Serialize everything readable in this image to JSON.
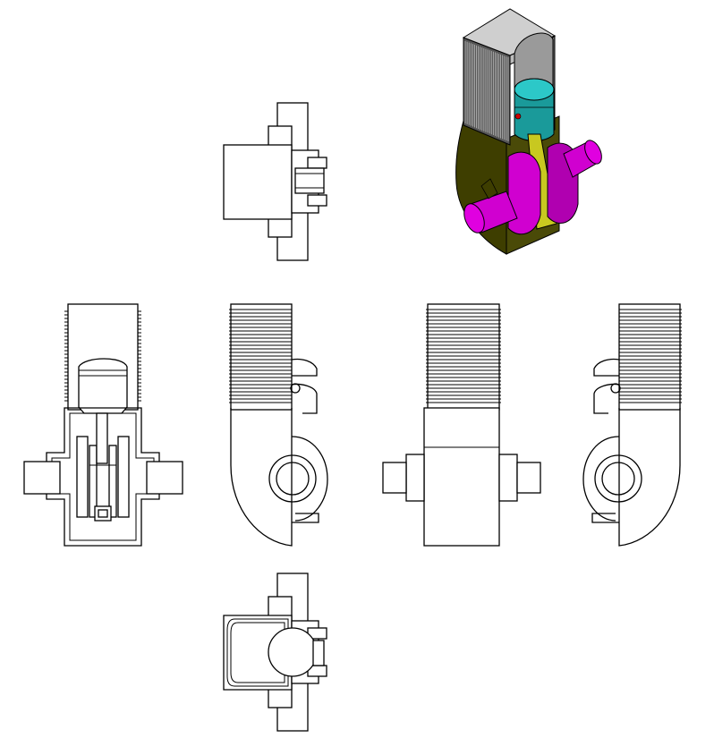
{
  "drawing": {
    "kind": "engine-multiview-drawing",
    "views": [
      {
        "id": "top-view"
      },
      {
        "id": "isometric-view"
      },
      {
        "id": "section-view"
      },
      {
        "id": "left-side-view"
      },
      {
        "id": "front-view"
      },
      {
        "id": "right-side-view"
      },
      {
        "id": "bottom-view"
      }
    ],
    "iso_colors": {
      "cylinder": "#cfcfcf",
      "cylinder_dark": "#9a9a9a",
      "fins": "#555555",
      "crankcase": "#3e3e00",
      "piston": "#1a9a9a",
      "piston_top": "#2cc8c8",
      "rod": "#c8c820",
      "crank": "#d000d0",
      "crank_dark": "#8a008a"
    }
  }
}
